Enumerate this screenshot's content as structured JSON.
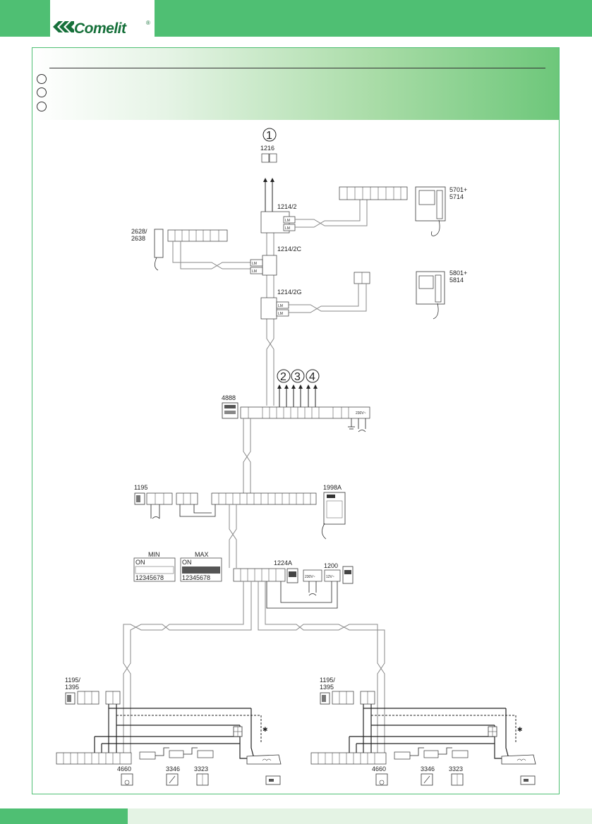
{
  "brand": {
    "logo_text": "Comelit",
    "registered": "®"
  },
  "callouts": {
    "c1": "1",
    "c2": "2",
    "c3": "3",
    "c4": "4"
  },
  "labels": {
    "m1216": "1216",
    "m1214_2": "1214/2",
    "m1214_2c": "1214/2C",
    "m1214_2g": "1214/2G",
    "m5701_a": "5701+",
    "m5701_b": "5714",
    "m5801_a": "5801+",
    "m5801_b": "5814",
    "m2628_a": "2628/",
    "m2628_b": "2638",
    "m4888": "4888",
    "m1195": "1195",
    "m1998a": "1998A",
    "min": "MIN",
    "max": "MAX",
    "on1": "ON",
    "on2": "ON",
    "dip1": "12345678",
    "dip2": "12345678",
    "m1224a": "1224A",
    "m1200": "1200",
    "v230": "230V~",
    "v12": "12V~",
    "v230b": "230V~",
    "l_left_a": "1195/",
    "l_left_b": "1395",
    "l_right_a": "1195/",
    "l_right_b": "1395",
    "m4660_l": "4660",
    "m3346_l": "3346",
    "m3323_l": "3323",
    "m4660_r": "4660",
    "m3346_r": "3346",
    "m3323_r": "3323",
    "lm": "LM",
    "star": "✱"
  },
  "colors": {
    "brand_green": "#4fbf73",
    "logo_green": "#16703a",
    "line": "#222222",
    "cable": "#9a9a9a"
  }
}
